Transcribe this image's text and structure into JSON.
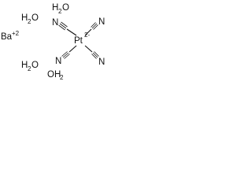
{
  "cation": {
    "symbol": "Ba",
    "charge": "+2"
  },
  "waters": [
    {
      "base": "H",
      "count": "2",
      "tail": "O"
    },
    {
      "base": "H",
      "count": "2",
      "tail": "O"
    },
    {
      "base": "H",
      "count": "2",
      "tail": "O"
    },
    {
      "base": "OH",
      "count": "2",
      "tail": ""
    }
  ],
  "metal": {
    "symbol": "Pt",
    "charge": "2-"
  },
  "ligand_atom": "N",
  "colors": {
    "ink": "#111111",
    "background": "#ffffff"
  }
}
